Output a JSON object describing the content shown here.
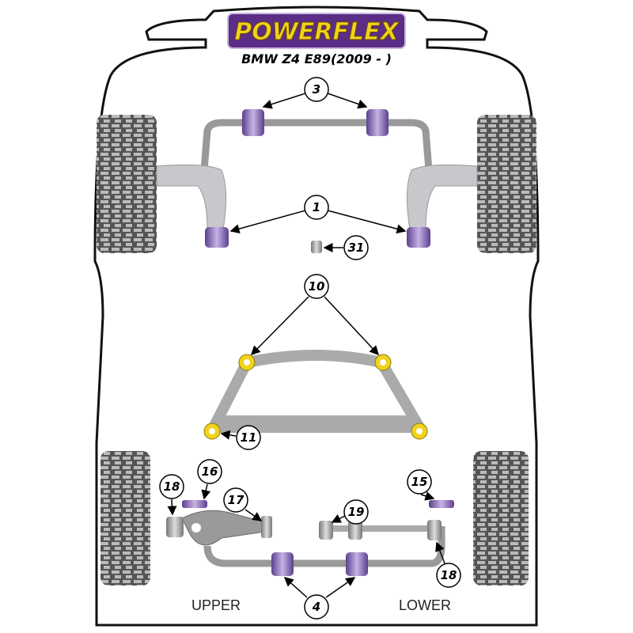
{
  "brand": {
    "logo_text": "POWERFLEX",
    "model": "BMW Z4 E89(2009 - )"
  },
  "callouts": {
    "c3": "3",
    "c1": "1",
    "c31": "31",
    "c10": "10",
    "c11": "11",
    "c18a": "18",
    "c16": "16",
    "c17": "17",
    "c15": "15",
    "c19": "19",
    "c18b": "18",
    "c4": "4"
  },
  "labels": {
    "upper": "UPPER",
    "lower": "LOWER"
  },
  "colors": {
    "bushing": "#8a6fb5",
    "bar": "#a0a0a0",
    "logo_bg": "#5b2d86",
    "logo_text": "#f2d21a",
    "mount": "#f2d21a"
  }
}
